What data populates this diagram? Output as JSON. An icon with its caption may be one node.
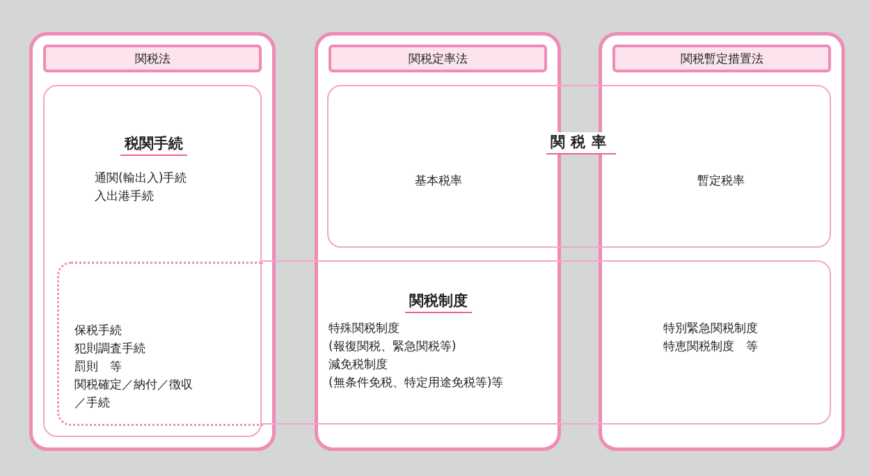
{
  "diagram": {
    "nodes": [
      {
        "text": [
          "関税法"
        ]
      },
      {
        "text": [
          "関税定率法"
        ]
      },
      {
        "text": [
          "関税暫定措置法"
        ]
      },
      {
        "text": [
          "税関手続",
          "通関(輸出入)手続",
          "入出港手続"
        ],
        "in": 0
      },
      {
        "text": [
          "関税率",
          "基本税率",
          "暫定税率"
        ]
      },
      {
        "text": [
          "関税制度",
          "特殊関税制度",
          "(報復関税、緊急関税等)",
          "減免税制度",
          "(無条件免税、特定用途免税等)等",
          "特別緊急関税制度",
          "特恵関税制度　等"
        ]
      },
      {
        "text": [
          "保税手続",
          "犯則調査手続",
          "罰則　等",
          "関税確定／納付／徴収／手続"
        ],
        "in": 3
      }
    ],
    "edges": []
  }
}
